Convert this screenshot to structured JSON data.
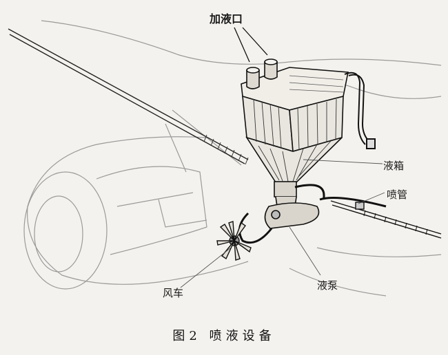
{
  "labels": {
    "inlet": "加液口",
    "tank": "液箱",
    "nozzle": "喷管",
    "pump": "液泵",
    "windmill": "风车"
  },
  "caption": "图2 喷液设备"
}
